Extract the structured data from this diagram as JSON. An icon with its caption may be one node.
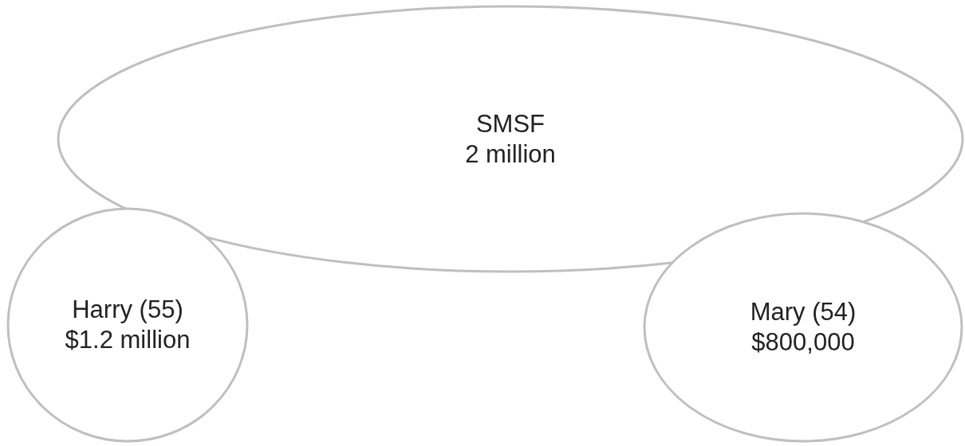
{
  "diagram": {
    "nodes": [
      {
        "text": [
          "SMSF",
          "2 million"
        ]
      },
      {
        "text": [
          "Harry (55)",
          "$1.2 million"
        ]
      },
      {
        "text": [
          "Mary (54)",
          "$800,000"
        ]
      }
    ]
  }
}
